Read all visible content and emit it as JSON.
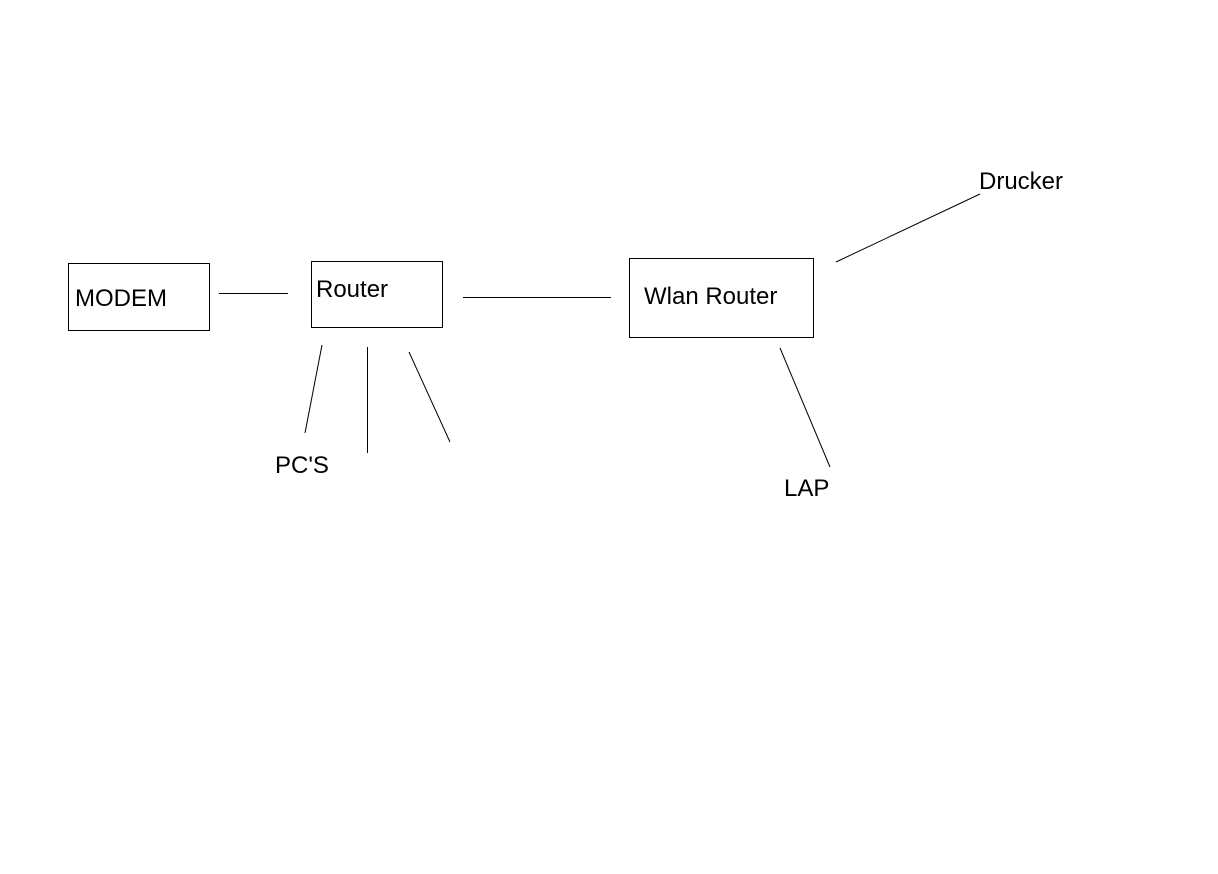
{
  "diagram": {
    "type": "network-topology",
    "nodes": [
      {
        "id": "modem",
        "label": "MODEM",
        "shape": "box"
      },
      {
        "id": "router",
        "label": "Router",
        "shape": "box"
      },
      {
        "id": "wlan-router",
        "label": "Wlan Router",
        "shape": "box"
      },
      {
        "id": "pcs",
        "label": "PC'S",
        "shape": "text"
      },
      {
        "id": "drucker",
        "label": "Drucker",
        "shape": "text"
      },
      {
        "id": "lap",
        "label": "LAP",
        "shape": "text"
      }
    ],
    "edges": [
      {
        "from": "modem",
        "to": "router"
      },
      {
        "from": "router",
        "to": "wlan-router"
      },
      {
        "from": "router",
        "to": "pcs"
      },
      {
        "from": "router",
        "to": "pc-2"
      },
      {
        "from": "router",
        "to": "pc-3"
      },
      {
        "from": "wlan-router",
        "to": "drucker"
      },
      {
        "from": "wlan-router",
        "to": "lap"
      }
    ],
    "colors": {
      "background": "#ffffff",
      "stroke": "#000000"
    }
  }
}
